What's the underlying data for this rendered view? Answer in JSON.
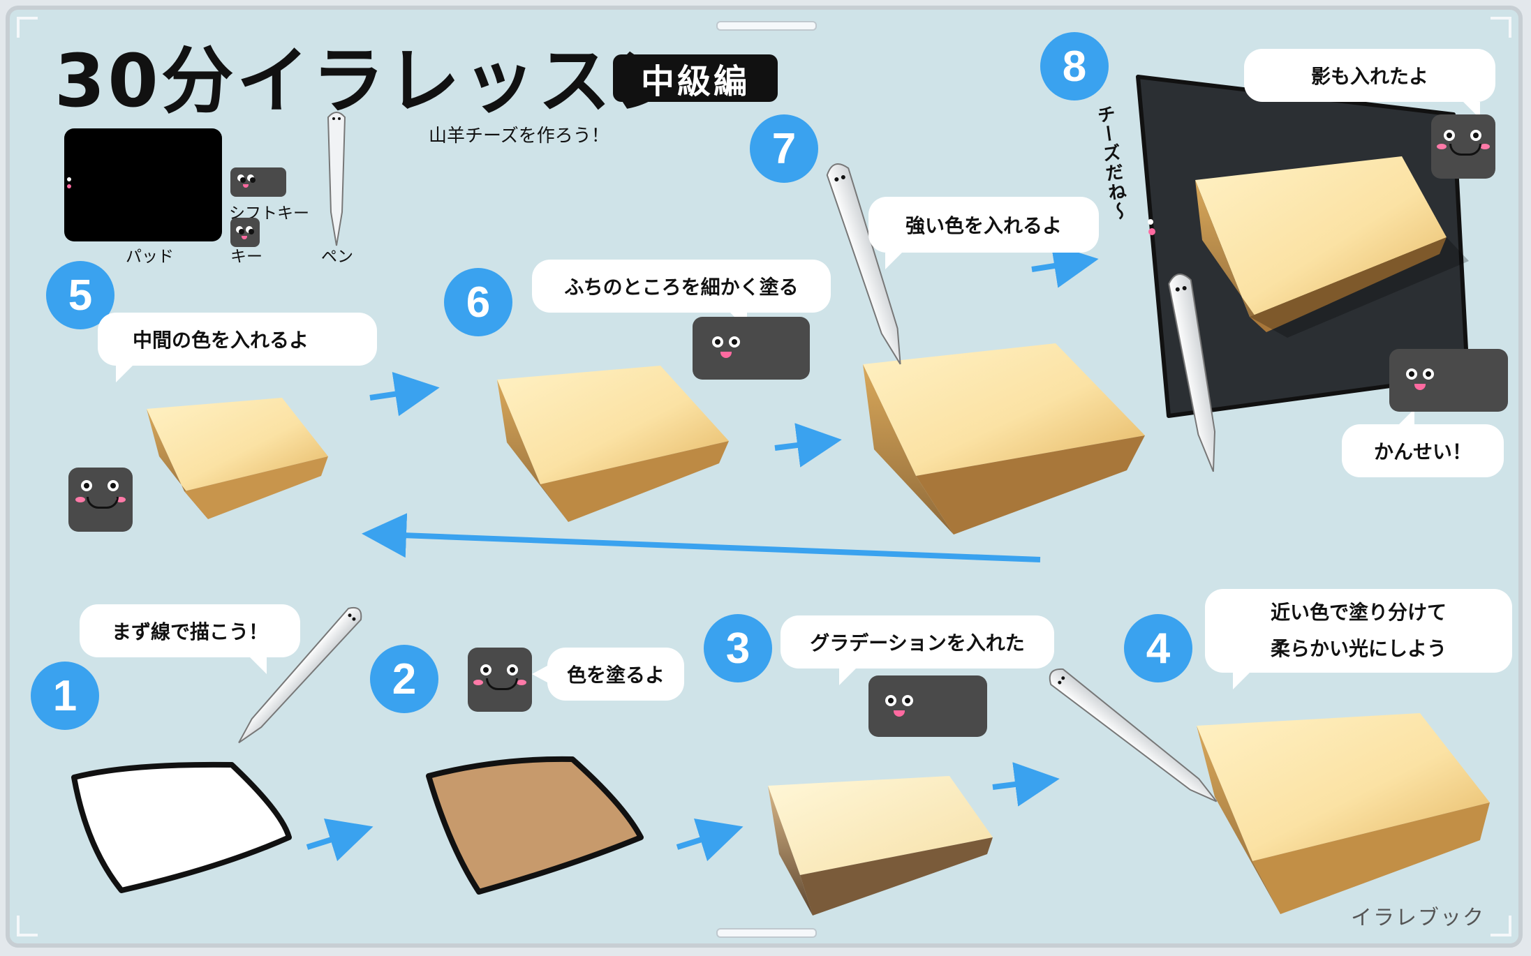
{
  "header": {
    "title": "30分イラレッスン",
    "level_badge": "中級編",
    "subtitle": "山羊チーズを作ろう！"
  },
  "legend": {
    "pad": "パッド",
    "shift_key": "シフトキー",
    "key": "キー",
    "pen": "ペン"
  },
  "steps": [
    {
      "number": "1",
      "bubble": "まず線で描こう！"
    },
    {
      "number": "2",
      "bubble": "色を塗るよ"
    },
    {
      "number": "3",
      "bubble": "グラデーションを入れた"
    },
    {
      "number": "4",
      "bubble_lines": [
        "近い色で塗り分けて",
        "柔らかい光にしよう"
      ]
    },
    {
      "number": "5",
      "bubble": "中間の色を入れるよ"
    },
    {
      "number": "6",
      "bubble": "ふちのところを細かく塗る"
    },
    {
      "number": "7",
      "bubble": "強い色を入れるよ"
    },
    {
      "number": "8",
      "bubble": "影も入れたよ",
      "side_text": "チーズだね～",
      "final": "かんせい！"
    }
  ],
  "footer": {
    "credit": "イラレブック"
  },
  "colors": {
    "background": "#cfe3e8",
    "accent_blue": "#3aa2ef",
    "device_dark": "#4a4a4a",
    "cheese_light": "#fff3c8",
    "cheese_mid": "#f3d38e",
    "cheese_dark": "#b98a45",
    "step2_fill": "#c79a6c"
  },
  "icons": [
    "cheese-block",
    "pen-stylus",
    "shift-key-face",
    "key-face",
    "drawing-pad",
    "arrow-right"
  ]
}
